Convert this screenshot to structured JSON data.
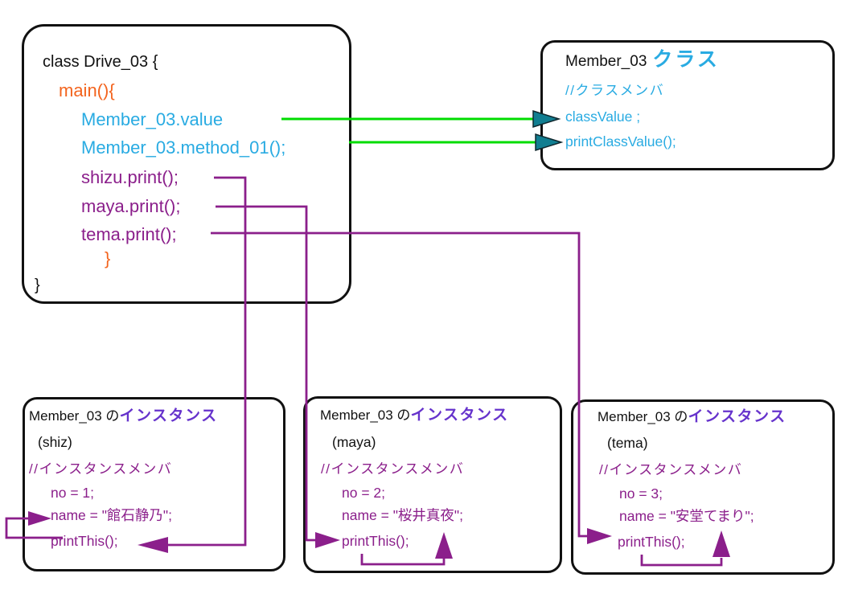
{
  "colors": {
    "purple_code": "#8B1F8B",
    "cyan_code": "#29ABE2",
    "orange_code": "#F3641E",
    "violet_title": "#6633CC",
    "green_arrow": "#00DC00",
    "teal_arrowhead": "#117E91",
    "box_border": "#111111"
  },
  "drive_box": {
    "class_open": "class Drive_03 {",
    "main_open": "main(){",
    "class_ref_lines": [
      "Member_03.value",
      "Member_03.method_01();"
    ],
    "instance_call_lines": [
      "shizu.print();",
      "maya.print();",
      "tema.print();"
    ],
    "main_close": "}",
    "class_close": "}"
  },
  "class_box": {
    "title_name": "Member_03",
    "title_suffix": "クラス",
    "comment": "//クラスメンバ",
    "members": [
      "classValue ;",
      "printClassValue();"
    ]
  },
  "instance_boxes": [
    {
      "title_name": "Member_03 の",
      "title_suffix": "インスタンス",
      "var_name": "(shiz)",
      "comment": "//インスタンスメンバ",
      "no_line": "no = 1;",
      "name_line": "name = \"館石静乃\";",
      "print_line": "printThis();"
    },
    {
      "title_name": "Member_03 の",
      "title_suffix": "インスタンス",
      "var_name": "(maya)",
      "comment": "//インスタンスメンバ",
      "no_line": "no = 2;",
      "name_line": "name = \"桜井真夜\";",
      "print_line": "printThis();"
    },
    {
      "title_name": "Member_03 の",
      "title_suffix": "インスタンス",
      "var_name": "(tema)",
      "comment": "//インスタンスメンバ",
      "no_line": "no = 3;",
      "name_line": "name = \"安堂てまり\";",
      "print_line": "printThis();"
    }
  ],
  "connectors": [
    {
      "from": "Member_03.value",
      "to": "classValue",
      "style": "green-arrow"
    },
    {
      "from": "Member_03.method_01()",
      "to": "printClassValue()",
      "style": "green-arrow"
    },
    {
      "from": "shizu.print()",
      "to": "shiz printThis()",
      "style": "purple-arrow"
    },
    {
      "from": "maya.print()",
      "to": "maya printThis()",
      "style": "purple-arrow"
    },
    {
      "from": "tema.print()",
      "to": "tema printThis()",
      "style": "purple-arrow"
    },
    {
      "from": "shiz printThis()",
      "to": "shiz name",
      "style": "purple-loop"
    },
    {
      "from": "maya printThis()",
      "to": "maya name",
      "style": "purple-loop"
    },
    {
      "from": "tema printThis()",
      "to": "tema name",
      "style": "purple-loop"
    }
  ]
}
